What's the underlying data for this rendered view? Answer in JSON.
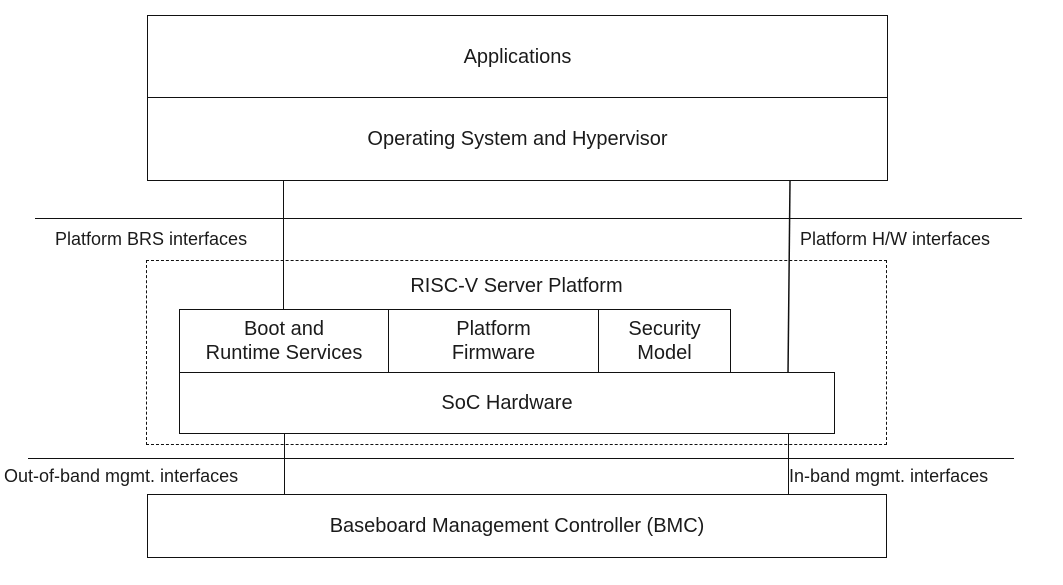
{
  "layers": {
    "applications": "Applications",
    "os_hypervisor": "Operating System and Hypervisor",
    "bmc": "Baseboard Management Controller (BMC)"
  },
  "platform": {
    "title": "RISC-V Server Platform",
    "boot_runtime_line1": "Boot and",
    "boot_runtime_line2": "Runtime Services",
    "firmware_line1": "Platform",
    "firmware_line2": "Firmware",
    "security_line1": "Security",
    "security_line2": "Model",
    "soc_hardware": "SoC Hardware"
  },
  "interfaces": {
    "brs": "Platform BRS interfaces",
    "hw": "Platform H/W interfaces",
    "out_of_band": "Out-of-band mgmt. interfaces",
    "in_band": "In-band mgmt. interfaces"
  }
}
